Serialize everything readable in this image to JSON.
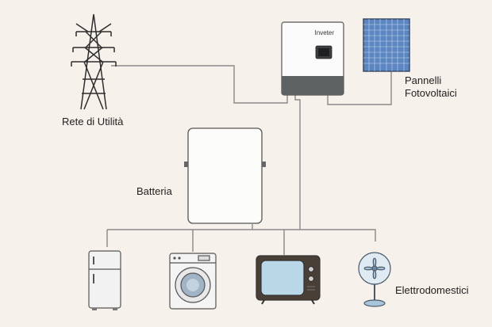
{
  "labels": {
    "grid": "Rete di Utilità",
    "panels_line1": "Pannelli",
    "panels_line2": "Fotovoltaici",
    "battery": "Batteria",
    "appliances": "Elettrodomestici",
    "inverter": "Inveter"
  },
  "colors": {
    "background": "#f6f1ea",
    "wire": "#8a8a8a",
    "panel_blue": "#5b86c2",
    "inverter_top": "#5f6263",
    "inverter_screen": "#3b3d3f"
  },
  "icons": [
    "transmission-tower-icon",
    "inverter-icon",
    "solar-panel-icon",
    "battery-icon",
    "refrigerator-icon",
    "washing-machine-icon",
    "television-icon",
    "fan-icon"
  ]
}
